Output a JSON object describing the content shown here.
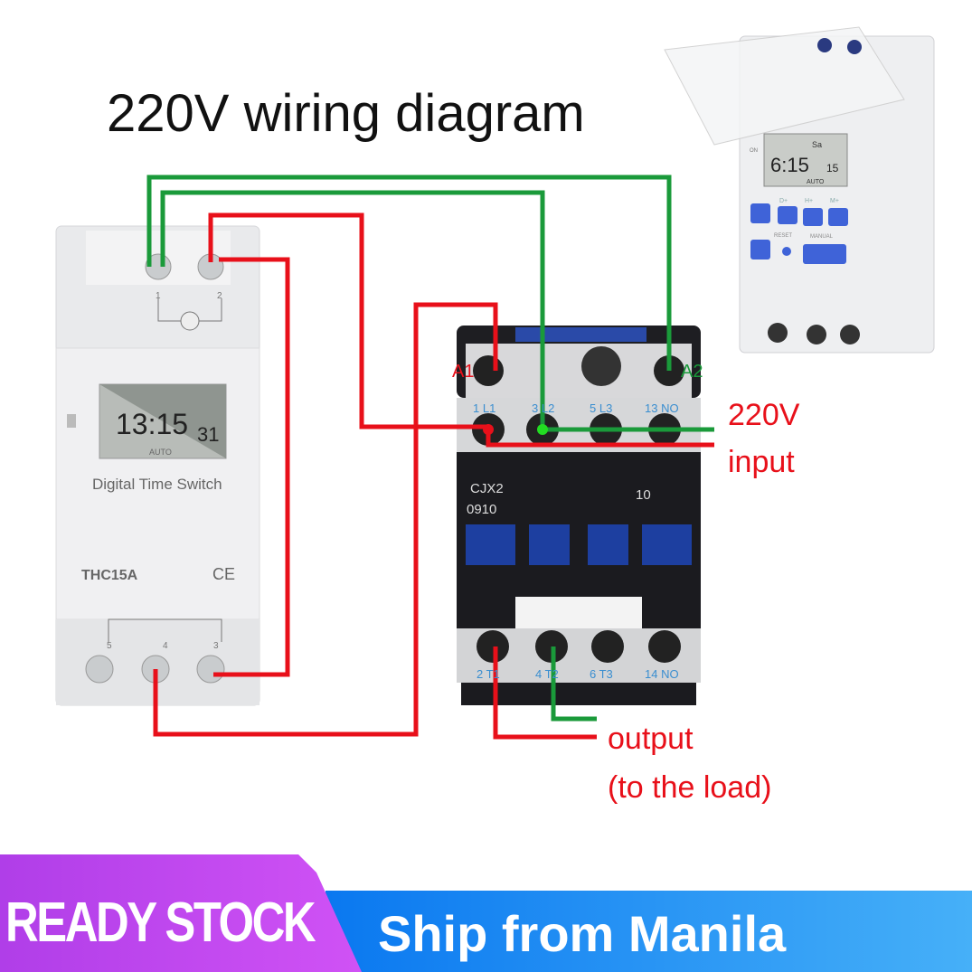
{
  "title": "220V wiring diagram",
  "labels": {
    "input_voltage": "220V",
    "input_word": "input",
    "output": "output",
    "output_note": "(to the load)"
  },
  "timer_left": {
    "display_time": "13:15",
    "display_seconds": "31",
    "display_mode": "AUTO",
    "name": "Digital Time Switch",
    "model": "THC15A",
    "mark": "CE",
    "top_terminals": [
      "1",
      "2"
    ],
    "bottom_terminals": [
      "5",
      "4",
      "3"
    ]
  },
  "timer_right": {
    "display_day": "Sa",
    "display_time": "6:15",
    "display_seconds": "15",
    "display_mode": "AUTO",
    "led_label": "ON",
    "buttons": [
      "D+",
      "H+",
      "M+"
    ],
    "reset_label": "RESET",
    "manual_label": "MANUAL"
  },
  "contactor": {
    "coil_terminals": [
      "A1",
      "A2"
    ],
    "top_terminals": [
      "1 L1",
      "3 L2",
      "5 L3",
      "13 NO"
    ],
    "bottom_terminals": [
      "2 T1",
      "4 T2",
      "6 T3",
      "14 NO"
    ],
    "model_line1": "CJX2",
    "model_line2": "0910",
    "code": "10"
  },
  "banner": {
    "ready_stock": "READY STOCK",
    "ship_from": "Ship from Manila"
  },
  "colors": {
    "wire_red": "#e8101a",
    "wire_green": "#1a9a3a",
    "banner_purple": "#c24cf0",
    "banner_blue": "#1e8cf5"
  }
}
